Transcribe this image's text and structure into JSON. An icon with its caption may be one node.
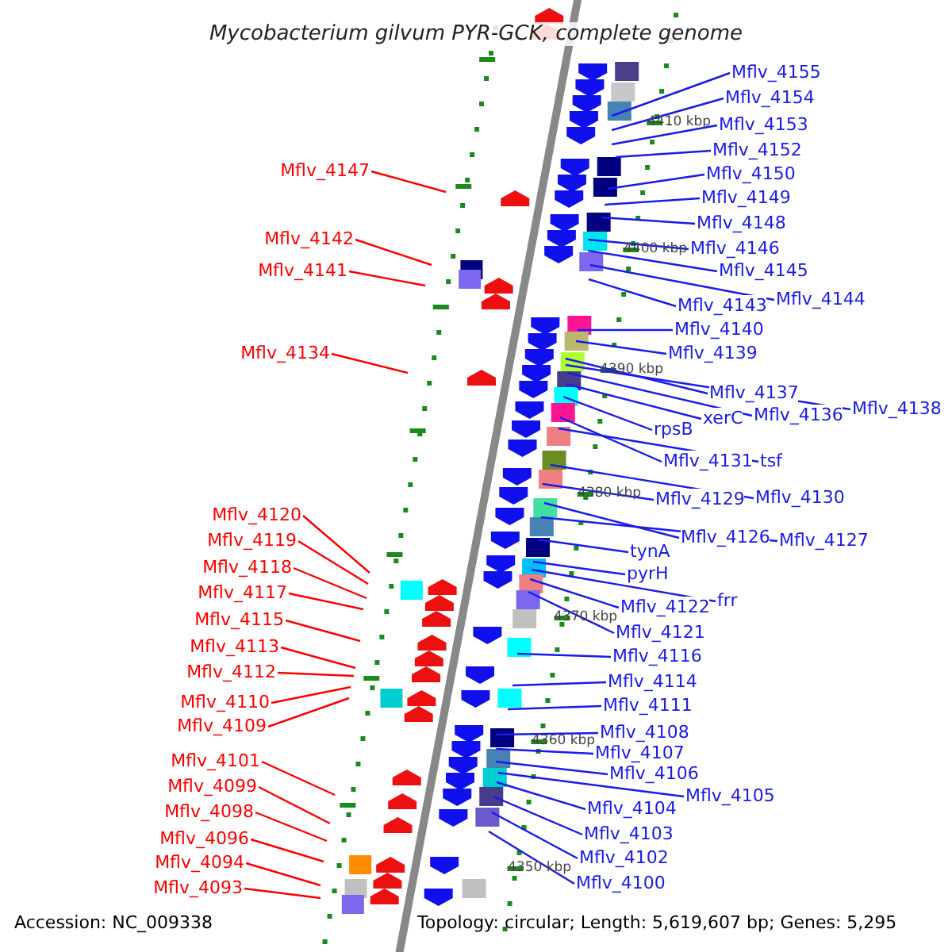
{
  "diagram": {
    "title": "Mycobacterium gilvum PYR-GCK, complete genome",
    "nodes": [
      {
        "text": [
          "Mflv_4155"
        ]
      },
      {
        "text": [
          "Mflv_4154"
        ]
      },
      {
        "text": [
          "Mflv_4153"
        ]
      },
      {
        "text": [
          "Mflv_4152"
        ]
      },
      {
        "text": [
          "Mflv_4147"
        ]
      },
      {
        "text": [
          "Mflv_4150"
        ]
      },
      {
        "text": [
          "Mflv_4149"
        ]
      },
      {
        "text": [
          "Mflv_4148"
        ]
      },
      {
        "text": [
          "Mflv_4142"
        ]
      },
      {
        "text": [
          "Mflv_4146"
        ]
      },
      {
        "text": [
          "Mflv_4141"
        ]
      },
      {
        "text": [
          "Mflv_4145"
        ]
      },
      {
        "text": [
          "Mflv_4144"
        ]
      },
      {
        "text": [
          "Mflv_4143"
        ]
      },
      {
        "text": [
          "Mflv_4140"
        ]
      },
      {
        "text": [
          "Mflv_4134"
        ]
      },
      {
        "text": [
          "Mflv_4139"
        ]
      },
      {
        "text": [
          "Mflv_4137"
        ]
      },
      {
        "text": [
          "Mflv_4138"
        ]
      },
      {
        "text": [
          "Mflv_4136"
        ]
      },
      {
        "text": [
          "xerC"
        ]
      },
      {
        "text": [
          "rpsB"
        ]
      },
      {
        "text": [
          "Mflv_4131"
        ]
      },
      {
        "text": [
          "tsf"
        ]
      },
      {
        "text": [
          "Mflv_4129"
        ]
      },
      {
        "text": [
          "Mflv_4130"
        ]
      },
      {
        "text": [
          "Mflv_4120"
        ]
      },
      {
        "text": [
          "Mflv_4126"
        ]
      },
      {
        "text": [
          "Mflv_4127"
        ]
      },
      {
        "text": [
          "Mflv_4119"
        ]
      },
      {
        "text": [
          "tynA"
        ]
      },
      {
        "text": [
          "Mflv_4118"
        ]
      },
      {
        "text": [
          "pyrH"
        ]
      },
      {
        "text": [
          "Mflv_4117"
        ]
      },
      {
        "text": [
          "frr"
        ]
      },
      {
        "text": [
          "Mflv_4122"
        ]
      },
      {
        "text": [
          "Mflv_4115"
        ]
      },
      {
        "text": [
          "Mflv_4121"
        ]
      },
      {
        "text": [
          "Mflv_4113"
        ]
      },
      {
        "text": [
          "Mflv_4116"
        ]
      },
      {
        "text": [
          "Mflv_4112"
        ]
      },
      {
        "text": [
          "Mflv_4114"
        ]
      },
      {
        "text": [
          "Mflv_4110"
        ]
      },
      {
        "text": [
          "Mflv_4111"
        ]
      },
      {
        "text": [
          "Mflv_4109"
        ]
      },
      {
        "text": [
          "Mflv_4108"
        ]
      },
      {
        "text": [
          "Mflv_4107"
        ]
      },
      {
        "text": [
          "Mflv_4101"
        ]
      },
      {
        "text": [
          "Mflv_4106"
        ]
      },
      {
        "text": [
          "Mflv_4099"
        ]
      },
      {
        "text": [
          "Mflv_4105"
        ]
      },
      {
        "text": [
          "Mflv_4104"
        ]
      },
      {
        "text": [
          "Mflv_4098"
        ]
      },
      {
        "text": [
          "Mflv_4103"
        ]
      },
      {
        "text": [
          "Mflv_4096"
        ]
      },
      {
        "text": [
          "Mflv_4102"
        ]
      },
      {
        "text": [
          "Mflv_4094"
        ]
      },
      {
        "text": [
          "Mflv_4100"
        ]
      },
      {
        "text": [
          "Mflv_4093"
        ]
      }
    ],
    "edges": [
      {
        "from": 0,
        "to": null,
        "arrow": "none"
      },
      {
        "from": 1,
        "to": null,
        "arrow": "none"
      },
      {
        "from": 2,
        "to": null,
        "arrow": "none"
      },
      {
        "from": 3,
        "to": null,
        "arrow": "none"
      },
      {
        "from": 4,
        "to": null,
        "arrow": "none",
        "color": "#ff0000"
      },
      {
        "from": 5,
        "to": null,
        "arrow": "none"
      },
      {
        "from": 6,
        "to": null,
        "arrow": "none"
      },
      {
        "from": 7,
        "to": null,
        "arrow": "none"
      },
      {
        "from": 8,
        "to": null,
        "arrow": "none",
        "color": "#ff0000"
      },
      {
        "from": 9,
        "to": null,
        "arrow": "none"
      },
      {
        "from": 10,
        "to": null,
        "arrow": "none",
        "color": "#ff0000"
      },
      {
        "from": 11,
        "to": null,
        "arrow": "none"
      },
      {
        "from": 12,
        "to": null,
        "arrow": "none"
      },
      {
        "from": 13,
        "to": null,
        "arrow": "none"
      },
      {
        "from": 14,
        "to": null,
        "arrow": "none"
      },
      {
        "from": 15,
        "to": null,
        "arrow": "none",
        "color": "#ff0000"
      },
      {
        "from": 16,
        "to": null,
        "arrow": "none"
      },
      {
        "from": 17,
        "to": null,
        "arrow": "none"
      },
      {
        "from": 18,
        "to": null,
        "arrow": "none"
      },
      {
        "from": 19,
        "to": null,
        "arrow": "none"
      },
      {
        "from": 20,
        "to": null,
        "arrow": "none"
      },
      {
        "from": 21,
        "to": null,
        "arrow": "none"
      },
      {
        "from": 22,
        "to": null,
        "arrow": "none"
      },
      {
        "from": 23,
        "to": null,
        "arrow": "none"
      },
      {
        "from": 24,
        "to": null,
        "arrow": "none"
      },
      {
        "from": 25,
        "to": null,
        "arrow": "none"
      },
      {
        "from": 26,
        "to": null,
        "arrow": "none",
        "color": "#ff0000"
      },
      {
        "from": 27,
        "to": null,
        "arrow": "none"
      },
      {
        "from": 28,
        "to": null,
        "arrow": "none"
      },
      {
        "from": 29,
        "to": null,
        "arrow": "none",
        "color": "#ff0000"
      },
      {
        "from": 30,
        "to": null,
        "arrow": "none"
      },
      {
        "from": 31,
        "to": null,
        "arrow": "none",
        "color": "#ff0000"
      },
      {
        "from": 32,
        "to": null,
        "arrow": "none"
      },
      {
        "from": 33,
        "to": null,
        "arrow": "none",
        "color": "#ff0000"
      },
      {
        "from": 34,
        "to": null,
        "arrow": "none"
      },
      {
        "from": 35,
        "to": null,
        "arrow": "none"
      },
      {
        "from": 36,
        "to": null,
        "arrow": "none",
        "color": "#ff0000"
      },
      {
        "from": 37,
        "to": null,
        "arrow": "none"
      },
      {
        "from": 38,
        "to": null,
        "arrow": "none",
        "color": "#ff0000"
      },
      {
        "from": 39,
        "to": null,
        "arrow": "none"
      },
      {
        "from": 40,
        "to": null,
        "arrow": "none",
        "color": "#ff0000"
      },
      {
        "from": 41,
        "to": null,
        "arrow": "none"
      },
      {
        "from": 42,
        "to": null,
        "arrow": "none",
        "color": "#ff0000"
      },
      {
        "from": 43,
        "to": null,
        "arrow": "none"
      },
      {
        "from": 44,
        "to": null,
        "arrow": "none",
        "color": "#ff0000"
      },
      {
        "from": 45,
        "to": null,
        "arrow": "none"
      },
      {
        "from": 46,
        "to": null,
        "arrow": "none"
      },
      {
        "from": 47,
        "to": null,
        "arrow": "none",
        "color": "#ff0000"
      },
      {
        "from": 48,
        "to": null,
        "arrow": "none"
      },
      {
        "from": 49,
        "to": null,
        "arrow": "none",
        "color": "#ff0000"
      },
      {
        "from": 50,
        "to": null,
        "arrow": "none"
      },
      {
        "from": 51,
        "to": null,
        "arrow": "none"
      },
      {
        "from": 52,
        "to": null,
        "arrow": "none",
        "color": "#ff0000"
      },
      {
        "from": 53,
        "to": null,
        "arrow": "none"
      },
      {
        "from": 54,
        "to": null,
        "arrow": "none",
        "color": "#ff0000"
      },
      {
        "from": 55,
        "to": null,
        "arrow": "none"
      },
      {
        "from": 56,
        "to": null,
        "arrow": "none",
        "color": "#ff0000"
      },
      {
        "from": 57,
        "to": null,
        "arrow": "none"
      },
      {
        "from": 58,
        "to": null,
        "arrow": "none",
        "color": "#ff0000"
      }
    ],
    "labels": [
      "4410 kbp",
      "4400 kbp",
      "4390 kbp",
      "4380 kbp",
      "4370 kbp",
      "4360 kbp",
      "4350 kbp",
      "Accession: NC_009338",
      "Topology: circular; Length: 5,619,607 bp; Genes: 5,295"
    ]
  }
}
